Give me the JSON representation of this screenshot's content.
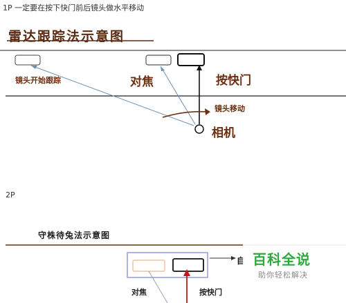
{
  "captions": {
    "part1": "1P 一定要在按下快门前后镜头做水平移动",
    "part2": "2P"
  },
  "figure1": {
    "title": "雷达跟踪法示意图",
    "label_start": "镜头开始跟踪",
    "label_focus": "对焦",
    "label_shutter": "按快门",
    "label_move": "镜头移动",
    "label_camera": "相机"
  },
  "figure2": {
    "title": "守株待兔法示意图",
    "label_focus": "对焦",
    "label_shutter": "按快门",
    "label_partial": "自"
  },
  "watermark": {
    "logo": "百科全说",
    "tagline": "助你轻松解决"
  },
  "colors": {
    "ink": "#6b2f10",
    "blue_line": "#6a8fb5",
    "red_arrow": "#c0181c",
    "frame_blue": "#7a7fd6",
    "brand_green": "#2daa3a"
  }
}
